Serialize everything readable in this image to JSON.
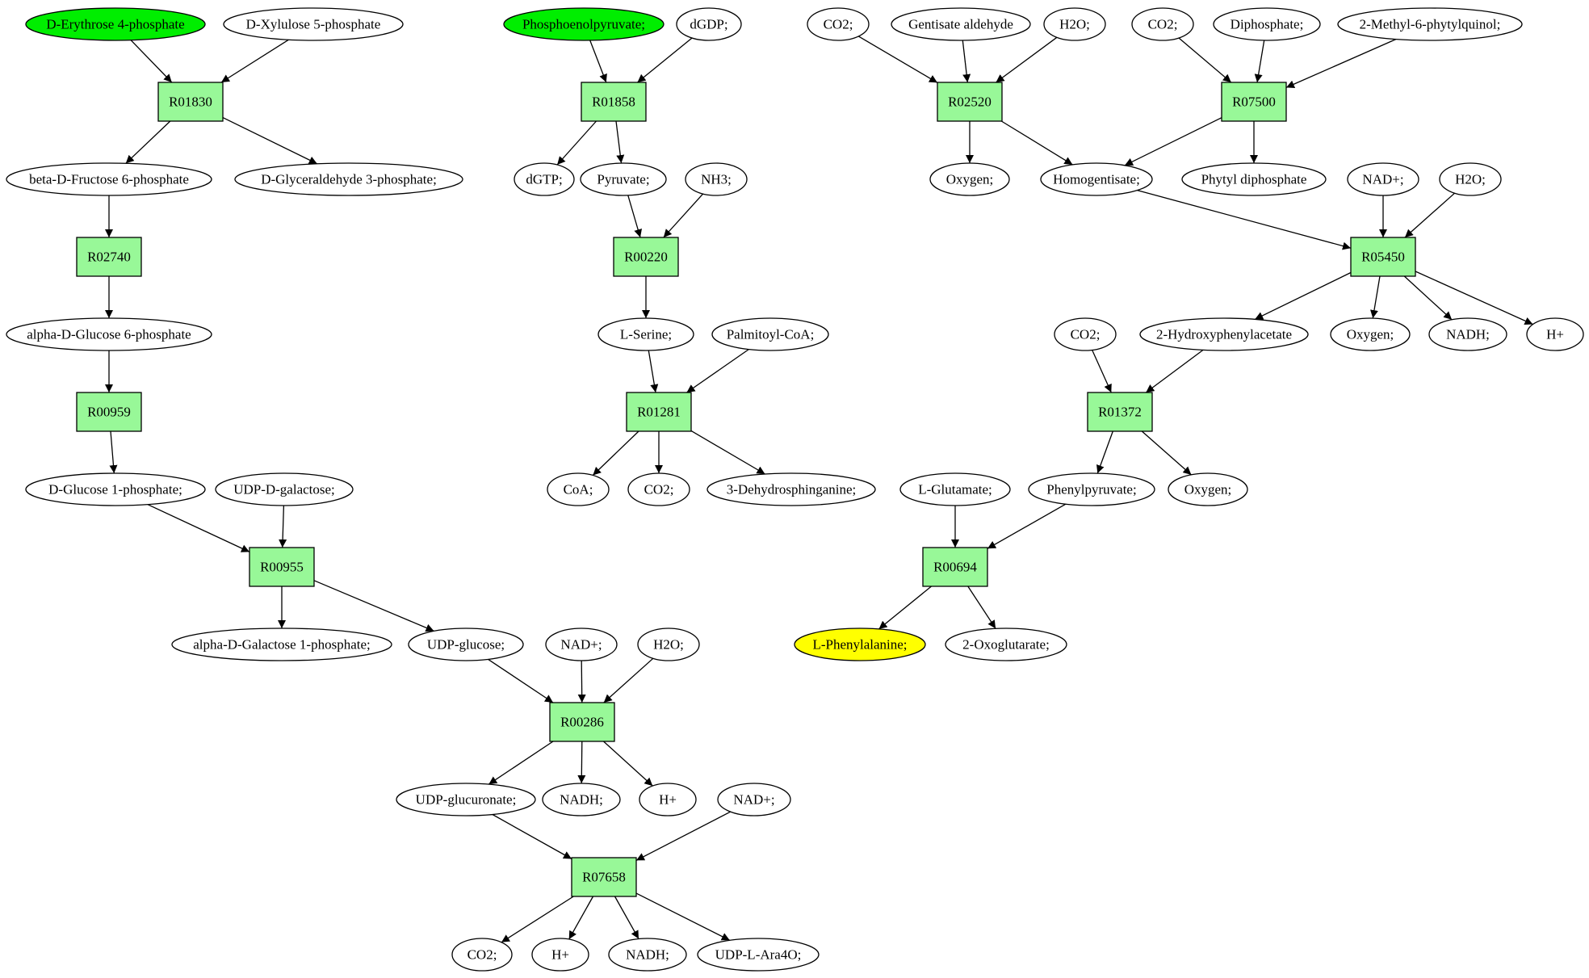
{
  "colors": {
    "reaction_fill": "#98f898",
    "compound_fill": "#ffffff",
    "start_fill": "#00ee00",
    "target_fill": "#ffff00",
    "stroke": "#000000"
  },
  "nodes": [
    {
      "id": "c_e4p",
      "kind": "compound",
      "label": "D-Erythrose 4-phosphate",
      "highlight": "start"
    },
    {
      "id": "c_x5p",
      "kind": "compound",
      "label": "D-Xylulose 5-phosphate"
    },
    {
      "id": "r_R01830",
      "kind": "reaction",
      "label": "R01830"
    },
    {
      "id": "c_f6p",
      "kind": "compound",
      "label": "beta-D-Fructose 6-phosphate"
    },
    {
      "id": "c_g3p",
      "kind": "compound",
      "label": "D-Glyceraldehyde 3-phosphate;"
    },
    {
      "id": "r_R02740",
      "kind": "reaction",
      "label": "R02740"
    },
    {
      "id": "c_g6p",
      "kind": "compound",
      "label": "alpha-D-Glucose 6-phosphate"
    },
    {
      "id": "r_R00959",
      "kind": "reaction",
      "label": "R00959"
    },
    {
      "id": "c_g1p",
      "kind": "compound",
      "label": "D-Glucose 1-phosphate;"
    },
    {
      "id": "c_udpgal",
      "kind": "compound",
      "label": "UDP-D-galactose;"
    },
    {
      "id": "r_R00955",
      "kind": "reaction",
      "label": "R00955"
    },
    {
      "id": "c_gal1p",
      "kind": "compound",
      "label": "alpha-D-Galactose 1-phosphate;"
    },
    {
      "id": "c_udpglc",
      "kind": "compound",
      "label": "UDP-glucose;"
    },
    {
      "id": "c_nad1",
      "kind": "compound",
      "label": "NAD+;"
    },
    {
      "id": "c_h2o1",
      "kind": "compound",
      "label": "H2O;"
    },
    {
      "id": "r_R00286",
      "kind": "reaction",
      "label": "R00286"
    },
    {
      "id": "c_udpgluc",
      "kind": "compound",
      "label": "UDP-glucuronate;"
    },
    {
      "id": "c_nadh1",
      "kind": "compound",
      "label": "NADH;"
    },
    {
      "id": "c_h1",
      "kind": "compound",
      "label": "H+"
    },
    {
      "id": "c_nad2",
      "kind": "compound",
      "label": "NAD+;"
    },
    {
      "id": "r_R07658",
      "kind": "reaction",
      "label": "R07658"
    },
    {
      "id": "c_co2a",
      "kind": "compound",
      "label": "CO2;"
    },
    {
      "id": "c_h2",
      "kind": "compound",
      "label": "H+"
    },
    {
      "id": "c_nadh2",
      "kind": "compound",
      "label": "NADH;"
    },
    {
      "id": "c_udpara",
      "kind": "compound",
      "label": "UDP-L-Ara4O;"
    },
    {
      "id": "c_pep",
      "kind": "compound",
      "label": "Phosphoenolpyruvate;",
      "highlight": "start"
    },
    {
      "id": "c_dgdp",
      "kind": "compound",
      "label": "dGDP;"
    },
    {
      "id": "r_R01858",
      "kind": "reaction",
      "label": "R01858"
    },
    {
      "id": "c_dgtp",
      "kind": "compound",
      "label": "dGTP;"
    },
    {
      "id": "c_pyr",
      "kind": "compound",
      "label": "Pyruvate;"
    },
    {
      "id": "c_nh3",
      "kind": "compound",
      "label": "NH3;"
    },
    {
      "id": "r_R00220",
      "kind": "reaction",
      "label": "R00220"
    },
    {
      "id": "c_ser",
      "kind": "compound",
      "label": "L-Serine;"
    },
    {
      "id": "c_palm",
      "kind": "compound",
      "label": "Palmitoyl-CoA;"
    },
    {
      "id": "r_R01281",
      "kind": "reaction",
      "label": "R01281"
    },
    {
      "id": "c_coa",
      "kind": "compound",
      "label": "CoA;"
    },
    {
      "id": "c_co2b",
      "kind": "compound",
      "label": "CO2;"
    },
    {
      "id": "c_dhs",
      "kind": "compound",
      "label": "3-Dehydrosphinganine;"
    },
    {
      "id": "c_co2c",
      "kind": "compound",
      "label": "CO2;"
    },
    {
      "id": "c_gent",
      "kind": "compound",
      "label": "Gentisate aldehyde"
    },
    {
      "id": "c_h2o2",
      "kind": "compound",
      "label": "H2O;"
    },
    {
      "id": "r_R02520",
      "kind": "reaction",
      "label": "R02520"
    },
    {
      "id": "c_co2d",
      "kind": "compound",
      "label": "CO2;"
    },
    {
      "id": "c_dip",
      "kind": "compound",
      "label": "Diphosphate;"
    },
    {
      "id": "c_mpq",
      "kind": "compound",
      "label": "2-Methyl-6-phytylquinol;"
    },
    {
      "id": "r_R07500",
      "kind": "reaction",
      "label": "R07500"
    },
    {
      "id": "c_oxy1",
      "kind": "compound",
      "label": "Oxygen;"
    },
    {
      "id": "c_homo",
      "kind": "compound",
      "label": "Homogentisate;"
    },
    {
      "id": "c_phyt",
      "kind": "compound",
      "label": "Phytyl diphosphate"
    },
    {
      "id": "c_nad3",
      "kind": "compound",
      "label": "NAD+;"
    },
    {
      "id": "c_h2o3",
      "kind": "compound",
      "label": "H2O;"
    },
    {
      "id": "r_R05450",
      "kind": "reaction",
      "label": "R05450"
    },
    {
      "id": "c_co2e",
      "kind": "compound",
      "label": "CO2;"
    },
    {
      "id": "c_hpa",
      "kind": "compound",
      "label": "2-Hydroxyphenylacetate"
    },
    {
      "id": "c_oxy2",
      "kind": "compound",
      "label": "Oxygen;"
    },
    {
      "id": "c_nadh3",
      "kind": "compound",
      "label": "NADH;"
    },
    {
      "id": "c_h3",
      "kind": "compound",
      "label": "H+"
    },
    {
      "id": "r_R01372",
      "kind": "reaction",
      "label": "R01372"
    },
    {
      "id": "c_glu",
      "kind": "compound",
      "label": "L-Glutamate;"
    },
    {
      "id": "c_ppyr",
      "kind": "compound",
      "label": "Phenylpyruvate;"
    },
    {
      "id": "c_oxy3",
      "kind": "compound",
      "label": "Oxygen;"
    },
    {
      "id": "r_R00694",
      "kind": "reaction",
      "label": "R00694"
    },
    {
      "id": "c_phe",
      "kind": "compound",
      "label": "L-Phenylalanine;",
      "highlight": "target"
    },
    {
      "id": "c_akg",
      "kind": "compound",
      "label": "2-Oxoglutarate;"
    }
  ],
  "edges": [
    [
      "c_e4p",
      "r_R01830"
    ],
    [
      "c_x5p",
      "r_R01830"
    ],
    [
      "r_R01830",
      "c_f6p"
    ],
    [
      "r_R01830",
      "c_g3p"
    ],
    [
      "c_f6p",
      "r_R02740"
    ],
    [
      "r_R02740",
      "c_g6p"
    ],
    [
      "c_g6p",
      "r_R00959"
    ],
    [
      "r_R00959",
      "c_g1p"
    ],
    [
      "c_g1p",
      "r_R00955"
    ],
    [
      "c_udpgal",
      "r_R00955"
    ],
    [
      "r_R00955",
      "c_gal1p"
    ],
    [
      "r_R00955",
      "c_udpglc"
    ],
    [
      "c_udpglc",
      "r_R00286"
    ],
    [
      "c_nad1",
      "r_R00286"
    ],
    [
      "c_h2o1",
      "r_R00286"
    ],
    [
      "r_R00286",
      "c_udpgluc"
    ],
    [
      "r_R00286",
      "c_nadh1"
    ],
    [
      "r_R00286",
      "c_h1"
    ],
    [
      "c_udpgluc",
      "r_R07658"
    ],
    [
      "c_nad2",
      "r_R07658"
    ],
    [
      "r_R07658",
      "c_co2a"
    ],
    [
      "r_R07658",
      "c_h2"
    ],
    [
      "r_R07658",
      "c_nadh2"
    ],
    [
      "r_R07658",
      "c_udpara"
    ],
    [
      "c_pep",
      "r_R01858"
    ],
    [
      "c_dgdp",
      "r_R01858"
    ],
    [
      "r_R01858",
      "c_dgtp"
    ],
    [
      "r_R01858",
      "c_pyr"
    ],
    [
      "c_pyr",
      "r_R00220"
    ],
    [
      "c_nh3",
      "r_R00220"
    ],
    [
      "r_R00220",
      "c_ser"
    ],
    [
      "c_ser",
      "r_R01281"
    ],
    [
      "c_palm",
      "r_R01281"
    ],
    [
      "r_R01281",
      "c_coa"
    ],
    [
      "r_R01281",
      "c_co2b"
    ],
    [
      "r_R01281",
      "c_dhs"
    ],
    [
      "c_co2c",
      "r_R02520"
    ],
    [
      "c_gent",
      "r_R02520"
    ],
    [
      "c_h2o2",
      "r_R02520"
    ],
    [
      "r_R02520",
      "c_oxy1"
    ],
    [
      "r_R02520",
      "c_homo"
    ],
    [
      "c_co2d",
      "r_R07500"
    ],
    [
      "c_dip",
      "r_R07500"
    ],
    [
      "c_mpq",
      "r_R07500"
    ],
    [
      "r_R07500",
      "c_homo"
    ],
    [
      "r_R07500",
      "c_phyt"
    ],
    [
      "c_homo",
      "r_R05450"
    ],
    [
      "c_nad3",
      "r_R05450"
    ],
    [
      "c_h2o3",
      "r_R05450"
    ],
    [
      "r_R05450",
      "c_hpa"
    ],
    [
      "r_R05450",
      "c_oxy2"
    ],
    [
      "r_R05450",
      "c_nadh3"
    ],
    [
      "r_R05450",
      "c_h3"
    ],
    [
      "c_co2e",
      "r_R01372"
    ],
    [
      "c_hpa",
      "r_R01372"
    ],
    [
      "r_R01372",
      "c_ppyr"
    ],
    [
      "r_R01372",
      "c_oxy3"
    ],
    [
      "c_glu",
      "r_R00694"
    ],
    [
      "c_ppyr",
      "r_R00694"
    ],
    [
      "r_R00694",
      "c_phe"
    ],
    [
      "r_R00694",
      "c_akg"
    ]
  ]
}
